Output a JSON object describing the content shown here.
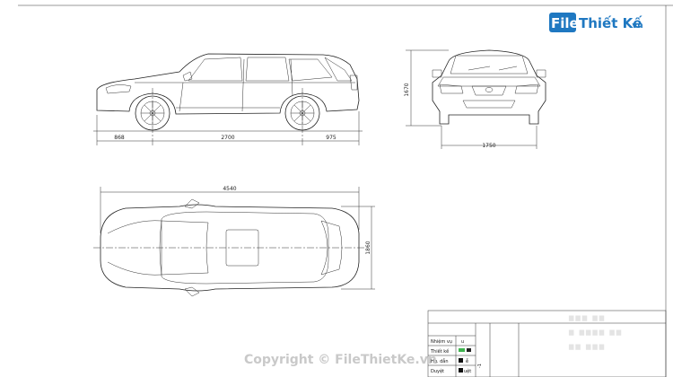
{
  "watermark": {
    "logo_file": "File",
    "logo_main": "Thiết Kế",
    "logo_suffix": ".vn",
    "copyright": "Copyright © FileThietKe.vn"
  },
  "side_view": {
    "front_overhang": "868",
    "wheelbase": "2700",
    "rear_overhang": "975"
  },
  "front_view": {
    "height": "1670",
    "width": "1750"
  },
  "top_view": {
    "length": "4540",
    "width": "1860"
  },
  "title_block": {
    "rows": [
      {
        "label": "Nhiệm vụ",
        "value": "u"
      },
      {
        "label": "Thiết kế",
        "value": ""
      },
      {
        "label": "Hg. dẫn",
        "value": "ễ"
      },
      {
        "label": "Duyệt",
        "value": "uệt"
      }
    ],
    "right_value": "-1"
  }
}
